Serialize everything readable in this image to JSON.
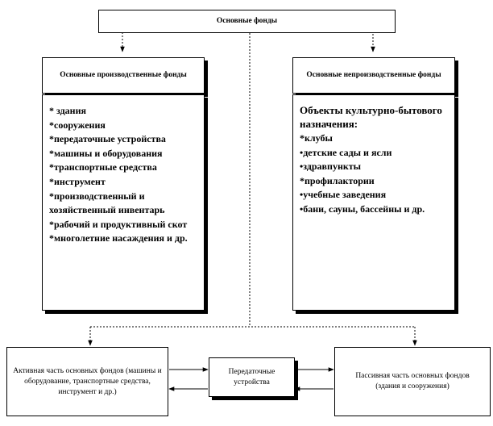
{
  "diagram": {
    "root": {
      "label": "Основные фонды"
    },
    "production": {
      "title": "Основные производственные фонды",
      "items": [
        "* здания",
        "*сооружения",
        "*передаточные устройства",
        "*машины и оборудования",
        "*транспортные средства",
        "*инструмент",
        "*производственный и хозяйственный инвентарь",
        "*рабочий и продуктивный скот",
        "*многолетние насаждения и др."
      ]
    },
    "nonproduction": {
      "title": "Основные непроизводственные фонды",
      "lead": "Объекты культурно-бытового назначения:",
      "items": [
        "*клубы",
        "•детские сады и ясли",
        "•здравпункты",
        "*профилактории",
        "•учебные заведения",
        "•бани, сауны, бассейны и др."
      ]
    },
    "active": {
      "label": "Активная часть основных фондов (машины и оборудование, транспортные средства, инструмент и др.)"
    },
    "transfer": {
      "label": "Передаточные устройства"
    },
    "passive": {
      "label": "Пассивная часть основных фондов (здания и сооружения)"
    }
  }
}
